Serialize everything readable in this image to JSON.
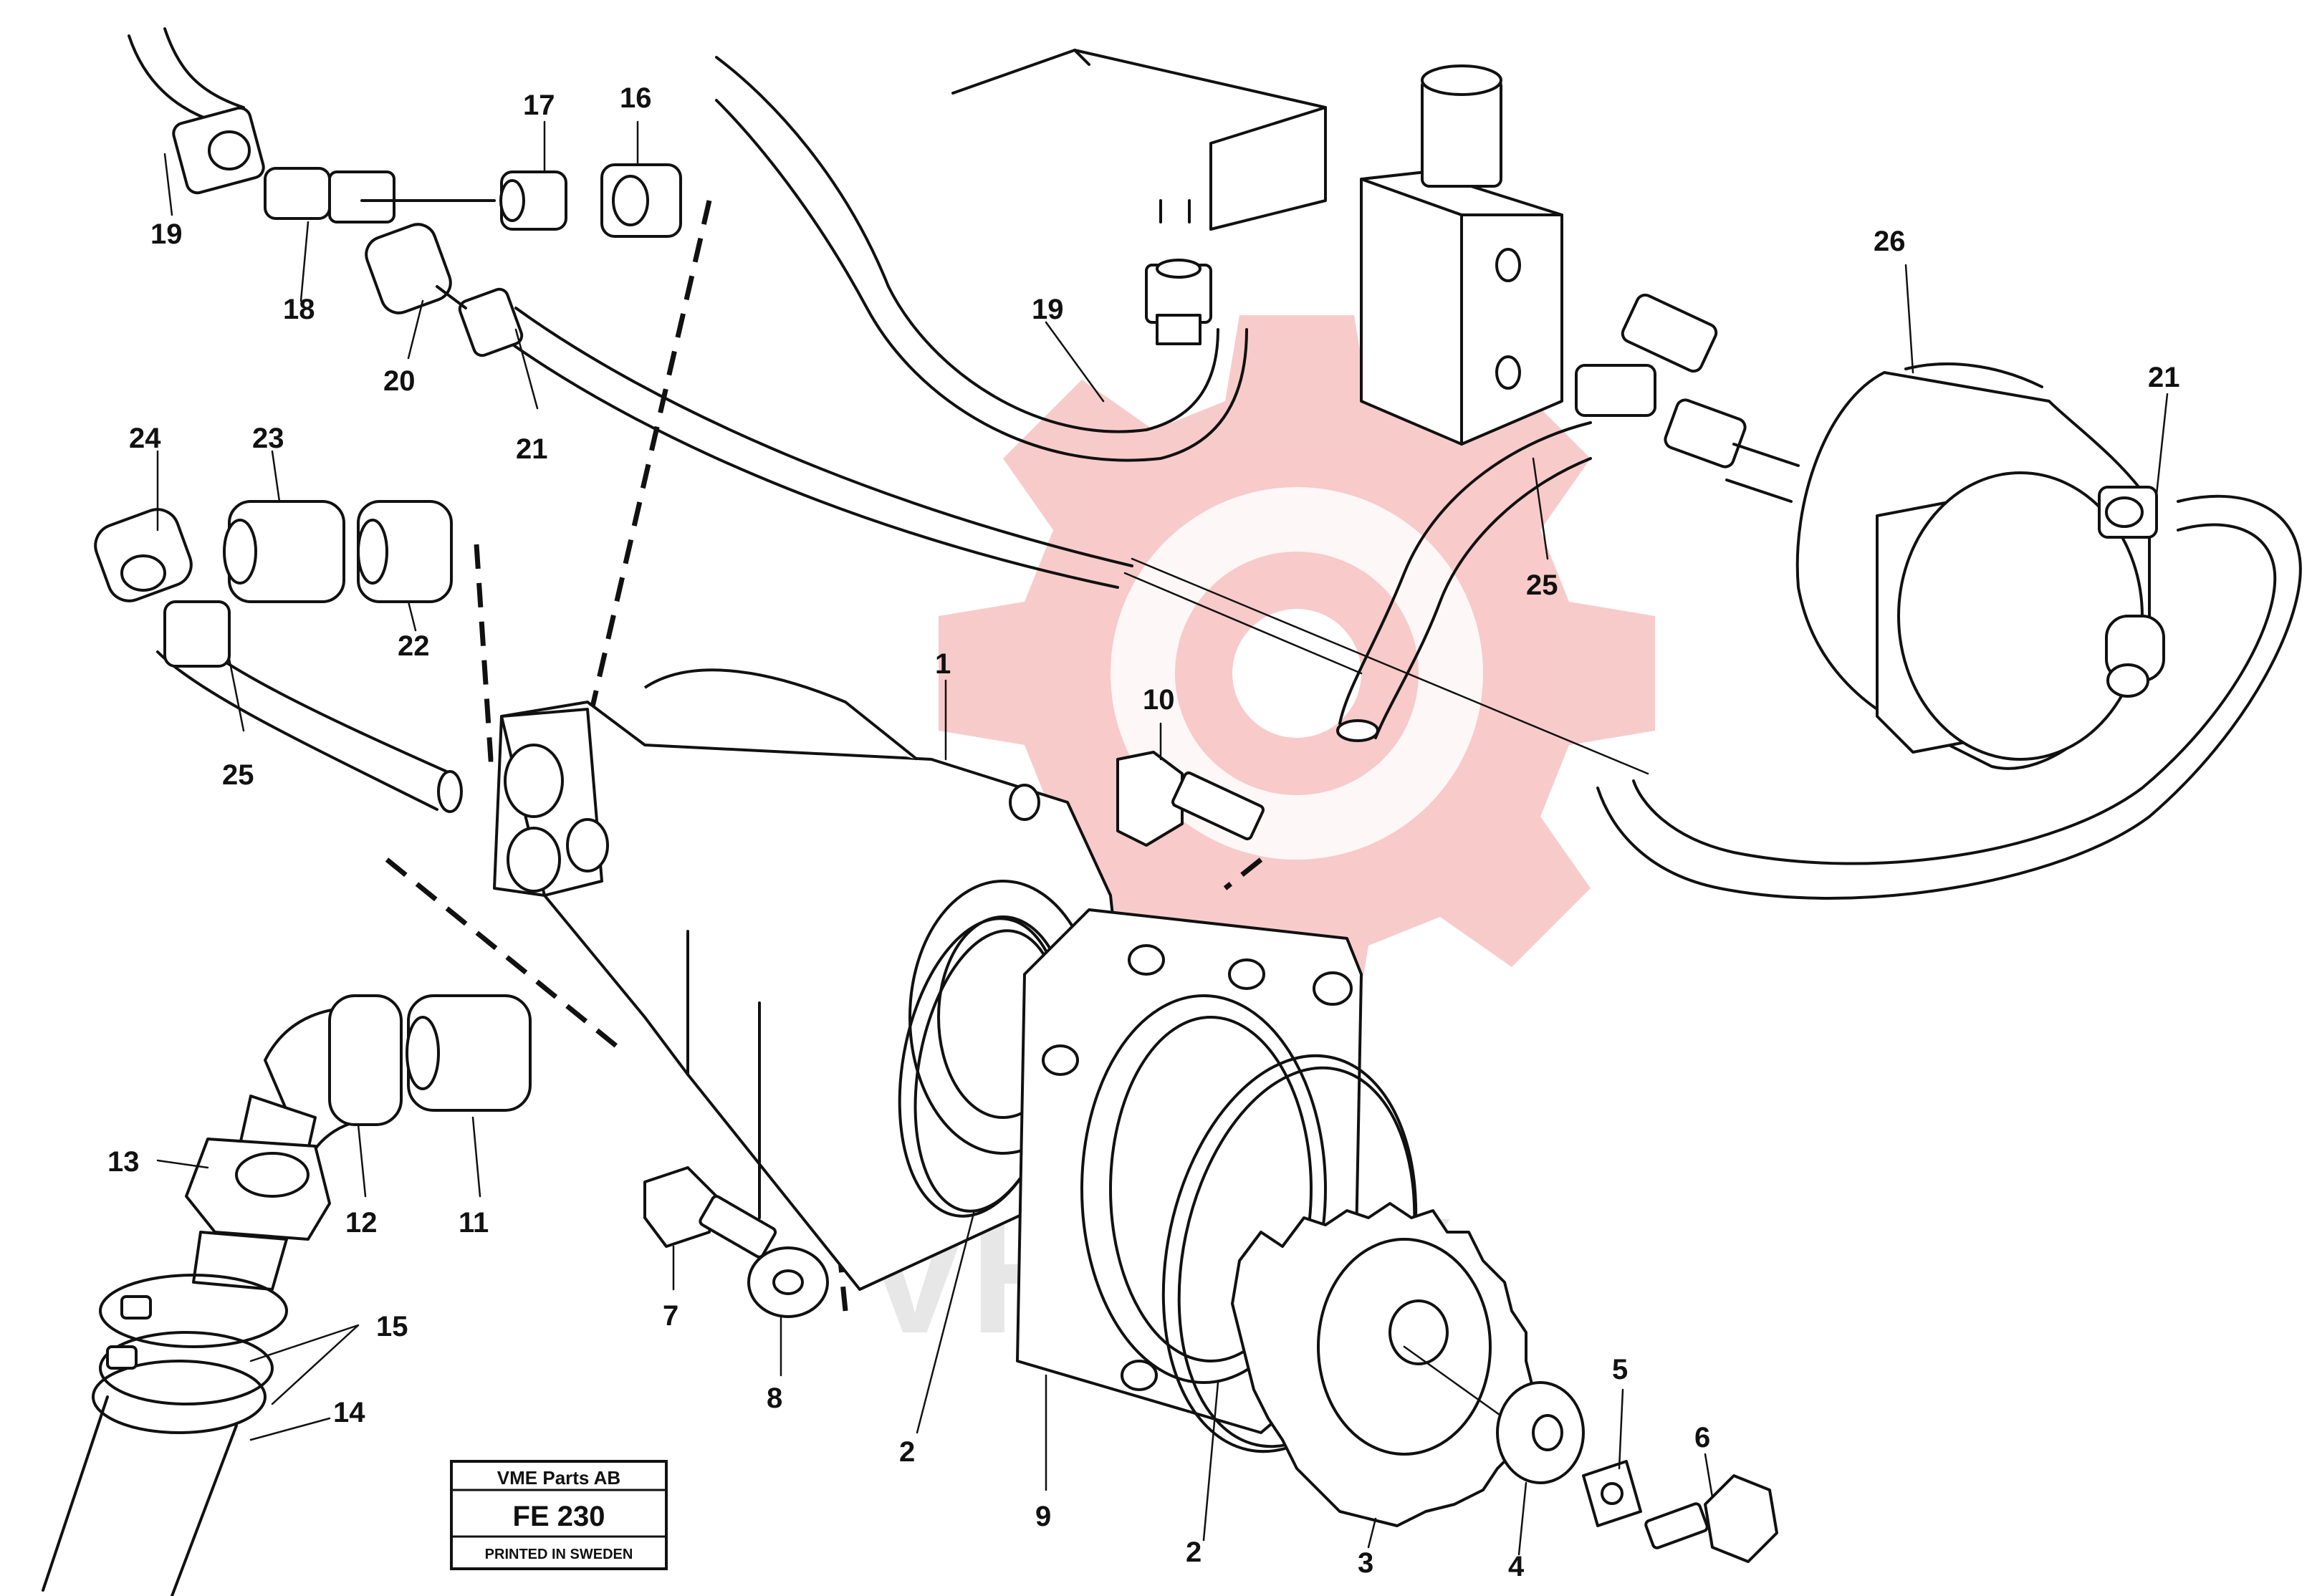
{
  "callouts": [
    {
      "id": "c1",
      "label": "1"
    },
    {
      "id": "c2a",
      "label": "2"
    },
    {
      "id": "c2b",
      "label": "2"
    },
    {
      "id": "c3",
      "label": "3"
    },
    {
      "id": "c4",
      "label": "4"
    },
    {
      "id": "c5",
      "label": "5"
    },
    {
      "id": "c6",
      "label": "6"
    },
    {
      "id": "c7",
      "label": "7"
    },
    {
      "id": "c8",
      "label": "8"
    },
    {
      "id": "c9",
      "label": "9"
    },
    {
      "id": "c10",
      "label": "10"
    },
    {
      "id": "c11",
      "label": "11"
    },
    {
      "id": "c12",
      "label": "12"
    },
    {
      "id": "c13",
      "label": "13"
    },
    {
      "id": "c14",
      "label": "14"
    },
    {
      "id": "c15",
      "label": "15"
    },
    {
      "id": "c16",
      "label": "16"
    },
    {
      "id": "c17",
      "label": "17"
    },
    {
      "id": "c18",
      "label": "18"
    },
    {
      "id": "c19a",
      "label": "19"
    },
    {
      "id": "c19b",
      "label": "19"
    },
    {
      "id": "c20",
      "label": "20"
    },
    {
      "id": "c21a",
      "label": "21"
    },
    {
      "id": "c21b",
      "label": "21"
    },
    {
      "id": "c22",
      "label": "22"
    },
    {
      "id": "c23",
      "label": "23"
    },
    {
      "id": "c24",
      "label": "24"
    },
    {
      "id": "c25a",
      "label": "25"
    },
    {
      "id": "c25b",
      "label": "25"
    },
    {
      "id": "c26",
      "label": "26"
    }
  ],
  "stamp": {
    "company": "VME Parts AB",
    "code": "FE 230",
    "footer": "PRINTED IN SWEDEN"
  },
  "watermark": {
    "text": "VHITEX",
    "color": "#f5b8b8"
  }
}
